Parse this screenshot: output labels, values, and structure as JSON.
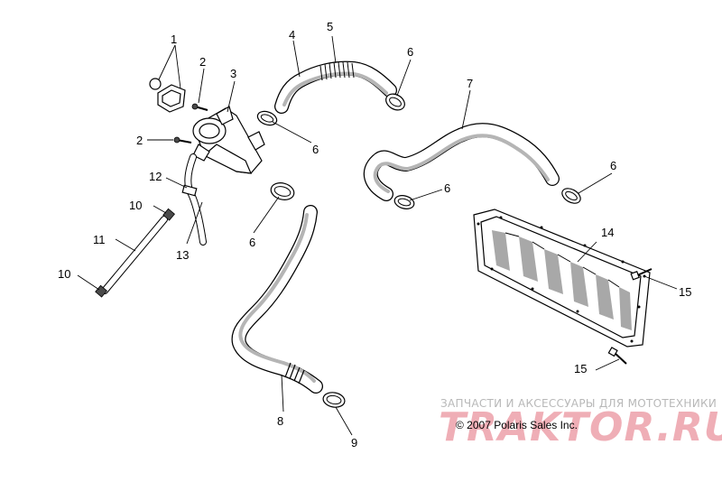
{
  "callouts": {
    "c1": "1",
    "c2a": "2",
    "c2b": "2",
    "c3": "3",
    "c4": "4",
    "c5": "5",
    "c6a": "6",
    "c6b": "6",
    "c6c": "6",
    "c6d": "6",
    "c6e": "6",
    "c7": "7",
    "c8": "8",
    "c9": "9",
    "c10a": "10",
    "c10b": "10",
    "c11": "11",
    "c12": "12",
    "c13": "13",
    "c14": "14",
    "c15a": "15",
    "c15b": "15"
  },
  "watermark": {
    "top_text": "ЗАПЧАСТИ И АКСЕССУАРЫ ДЛЯ МОТОТЕХНИКИ",
    "logo_text": "TRAKTOR.RU"
  },
  "copyright": "© 2007 Polaris Sales Inc."
}
